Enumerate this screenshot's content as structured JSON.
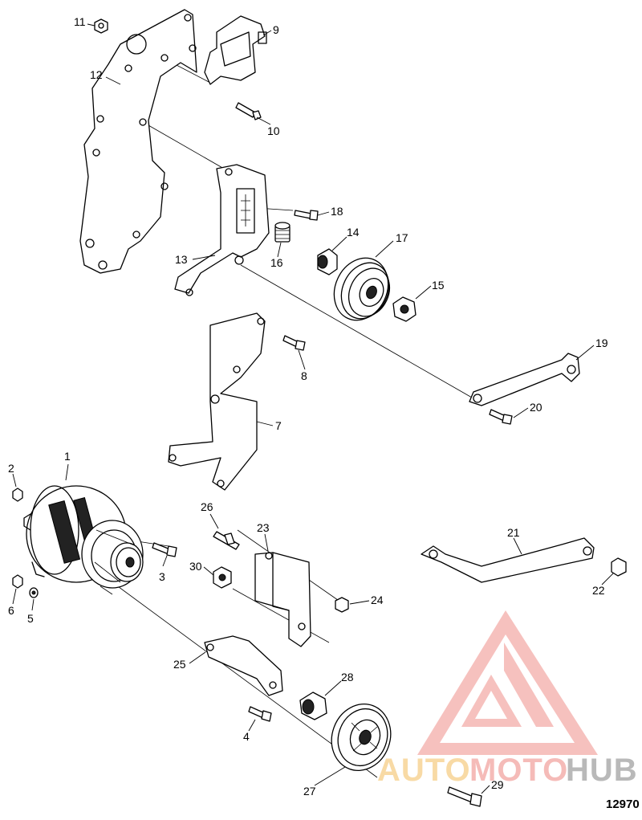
{
  "diagram": {
    "figure_number": "12970",
    "callouts": [
      "1",
      "2",
      "3",
      "4",
      "5",
      "6",
      "7",
      "8",
      "9",
      "10",
      "11",
      "12",
      "13",
      "14",
      "15",
      "16",
      "17",
      "18",
      "19",
      "20",
      "21",
      "22",
      "23",
      "24",
      "25",
      "26",
      "27",
      "28",
      "29",
      "30"
    ]
  },
  "watermark": {
    "part_a": "AUTO",
    "part_b": "MOTO",
    "part_c": "HUB",
    "color_red": "#e8453c",
    "color_orange": "#f5a623",
    "color_gray": "#9a9a9a"
  }
}
